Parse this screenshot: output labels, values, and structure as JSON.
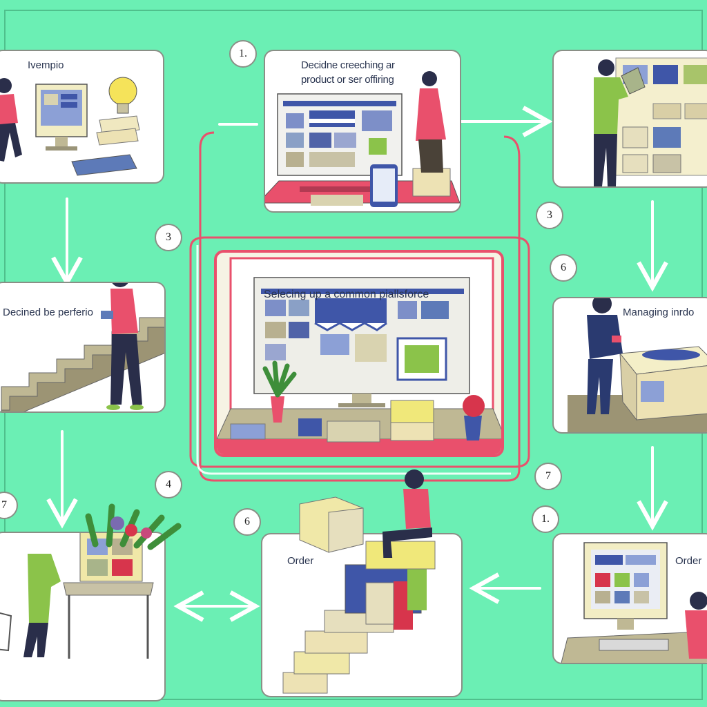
{
  "panels": {
    "top_left": {
      "label": "Ivempio"
    },
    "top_center": {
      "label_line1": "Decidne creeching ar",
      "label_line2": "product or ser offiring"
    },
    "middle_left": {
      "label": "Decined be perferio"
    },
    "center": {
      "label": "Selecing up a common piallsforce"
    },
    "middle_right": {
      "label": "Managing inrdo"
    },
    "bottom_center": {
      "label": "Order"
    },
    "bottom_right": {
      "label": "Order"
    }
  },
  "badges": {
    "top_center": "1.",
    "left_mid": "3",
    "right_upper": "3",
    "right_mid": "6",
    "left_bottom": "4",
    "far_left": "7",
    "bottom_mid": "6",
    "right_lower": "7",
    "bottom_right": "1."
  },
  "colors": {
    "background": "#6BEFB4",
    "accent_pink": "#E9506C",
    "panel_border": "#8A8F86",
    "label_text": "#2A3550"
  }
}
